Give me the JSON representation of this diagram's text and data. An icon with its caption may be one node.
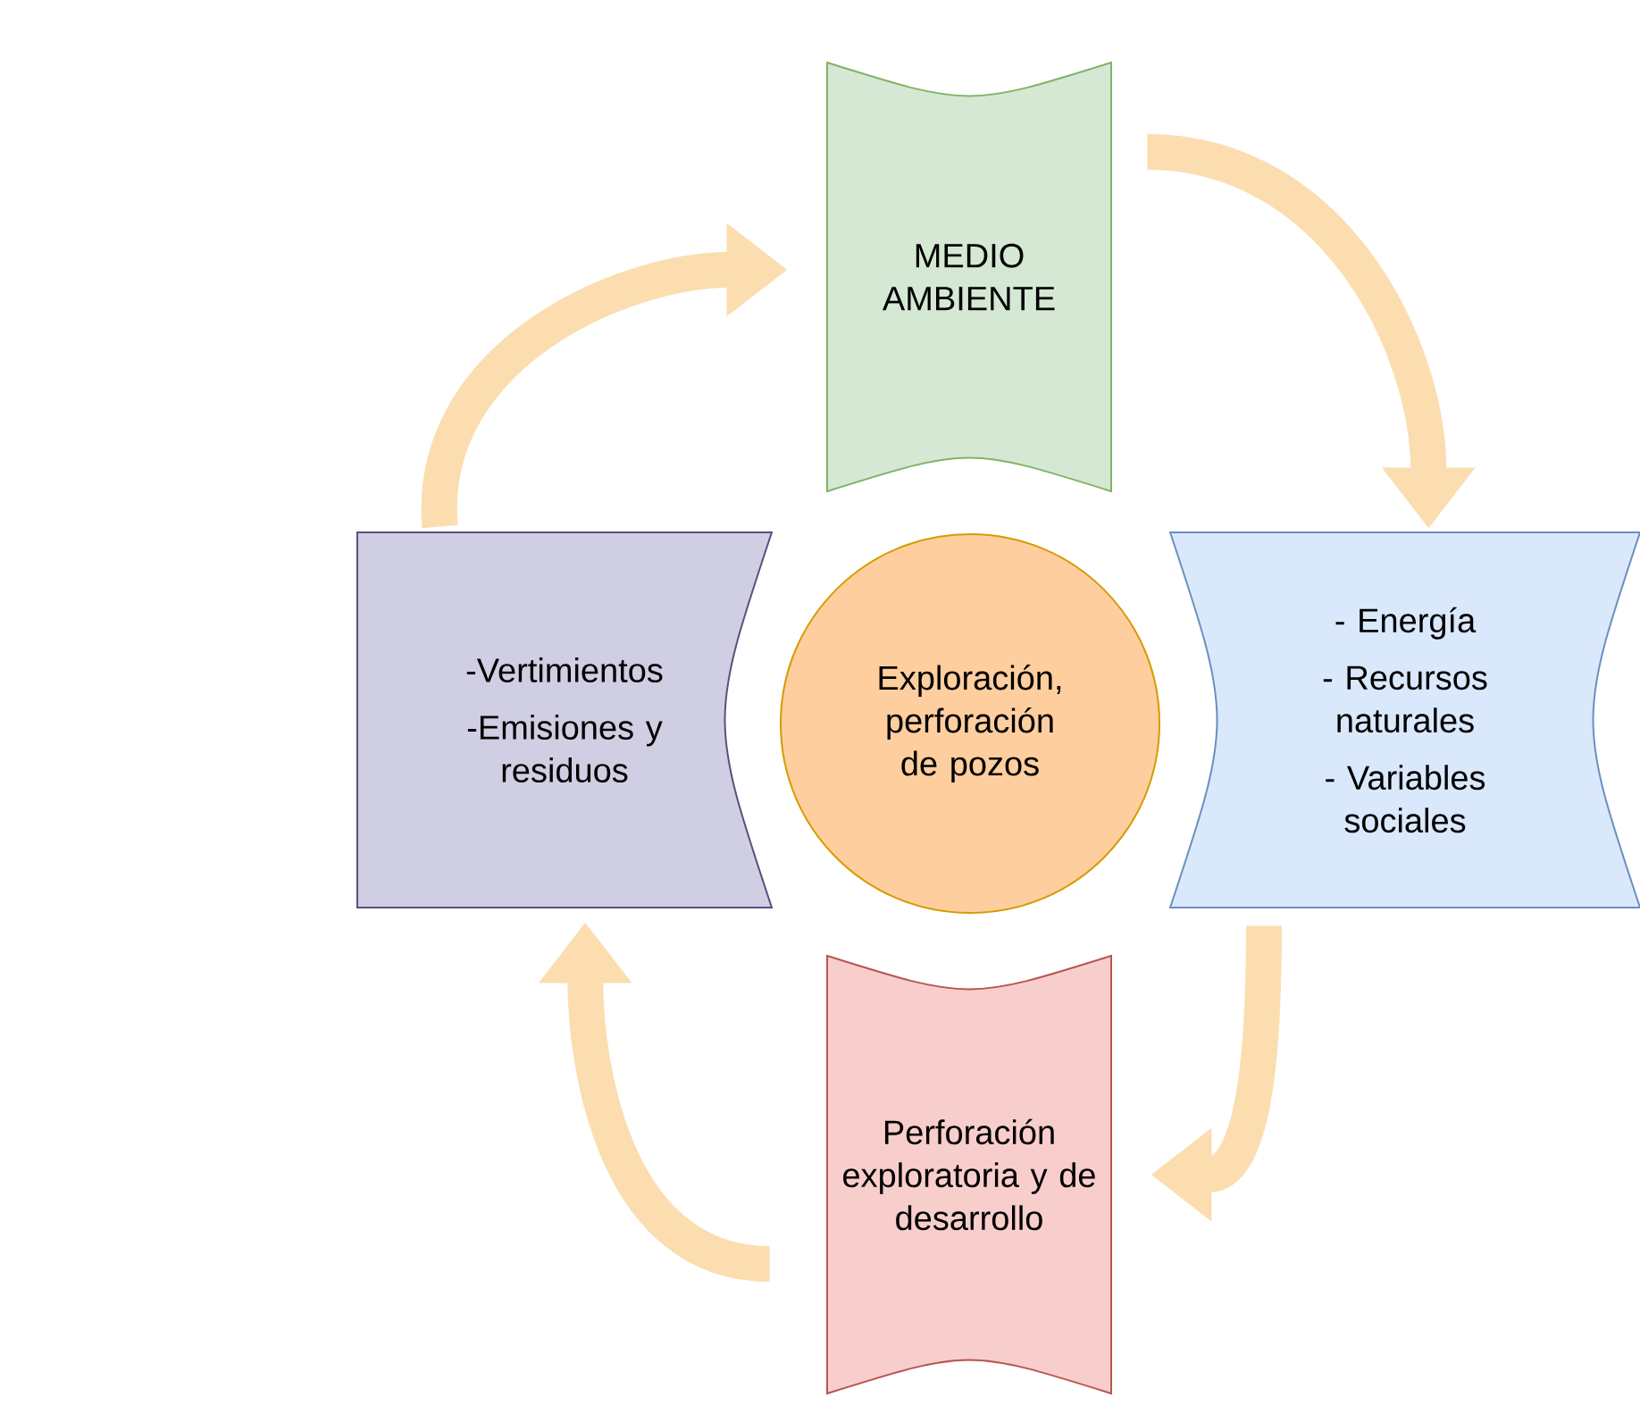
{
  "diagram": {
    "nodes": [
      {
        "text": [
          "MEDIO AMBIENTE"
        ]
      },
      {
        "text": [
          "-Vertimientos",
          "-Emisiones y residuos"
        ]
      },
      {
        "text": [
          "Exploración, perforación de pozos"
        ]
      },
      {
        "text": [
          "- Energía",
          "- Recursos naturales",
          "- Variables sociales"
        ]
      },
      {
        "text": [
          "Perforación exploratoria y de desarrollo"
        ]
      }
    ],
    "edges": [
      {
        "from": 1,
        "to": 0,
        "arrow": "to"
      },
      {
        "from": 0,
        "to": 3,
        "arrow": "to"
      },
      {
        "from": 3,
        "to": 4,
        "arrow": "to"
      },
      {
        "from": 4,
        "to": 1,
        "arrow": "to"
      }
    ]
  }
}
